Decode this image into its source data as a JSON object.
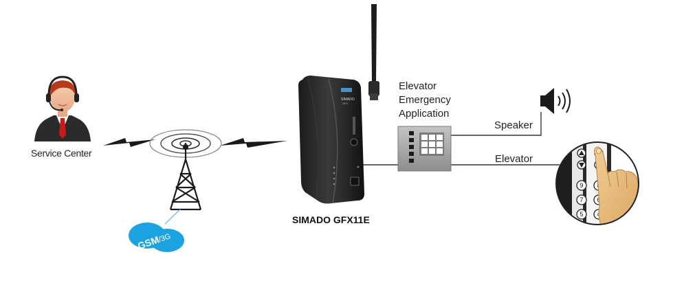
{
  "labels": {
    "service_center": "Service Center",
    "device_name": "SIMADO GFX11E",
    "app_line1": "Elevator",
    "app_line2": "Emergency",
    "app_line3": "Application",
    "speaker": "Speaker",
    "elevator": "Elevator",
    "network_badge_main": "GSM",
    "network_badge_sep": "/",
    "network_badge_sub": "3G",
    "device_brand": "SIMADO",
    "device_model": "GFX"
  },
  "keypad_digits": [
    "9",
    "8",
    "7",
    "6",
    "5",
    "4"
  ],
  "colors": {
    "badge_blue": "#1aa3e0",
    "device_body": "#2a2a2a",
    "panel_grey": "#a9a9a9",
    "operator_shirt_red": "#c81a1a",
    "line": "#333333"
  }
}
